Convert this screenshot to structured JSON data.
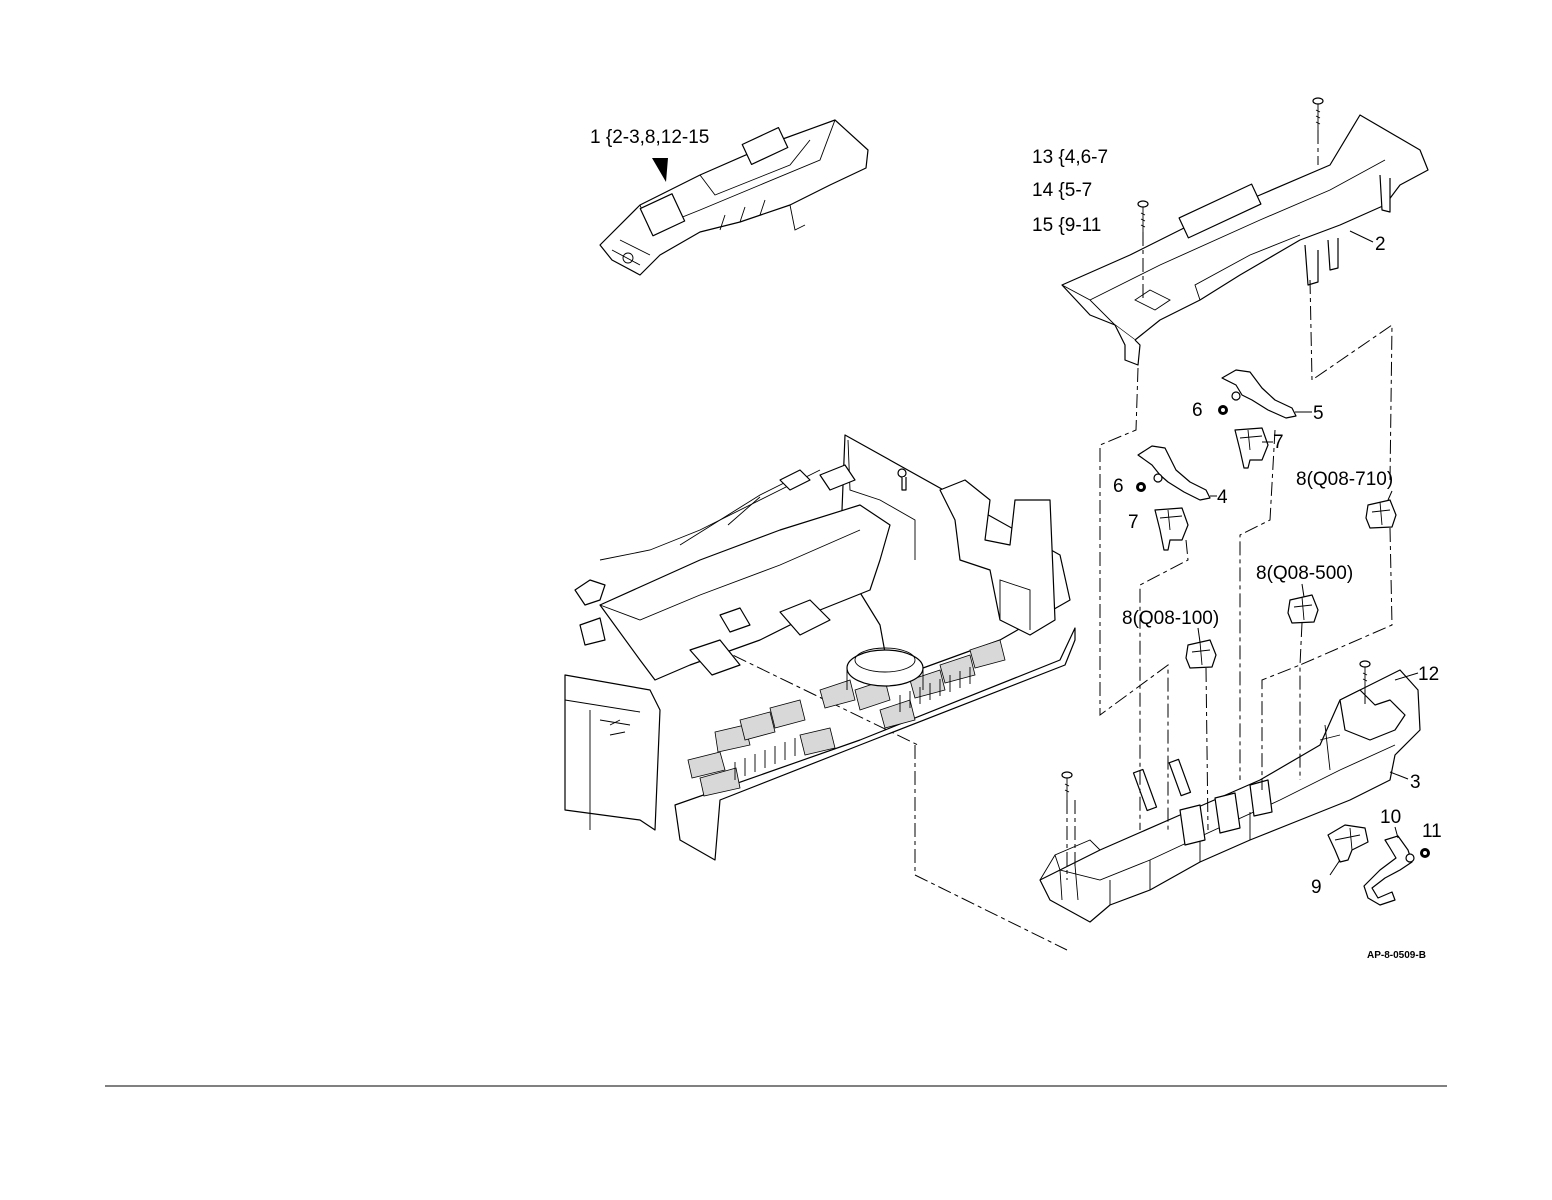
{
  "diagram": {
    "drawing_code": "AP-8-0509-B",
    "labels": {
      "assembly": "1 {2-3,8,12-15",
      "kit13": "13 {4,6-7",
      "kit14": "14 {5-7",
      "kit15": "15 {9-11",
      "p2": "2",
      "p3": "3",
      "p4": "4",
      "p5": "5",
      "p6a": "6",
      "p6b": "6",
      "p7a": "7",
      "p7b": "7",
      "p8_710": "8(Q08-710)",
      "p8_500": "8(Q08-500)",
      "p8_100": "8(Q08-100)",
      "p9": "9",
      "p10": "10",
      "p11": "11",
      "p12": "12"
    }
  }
}
